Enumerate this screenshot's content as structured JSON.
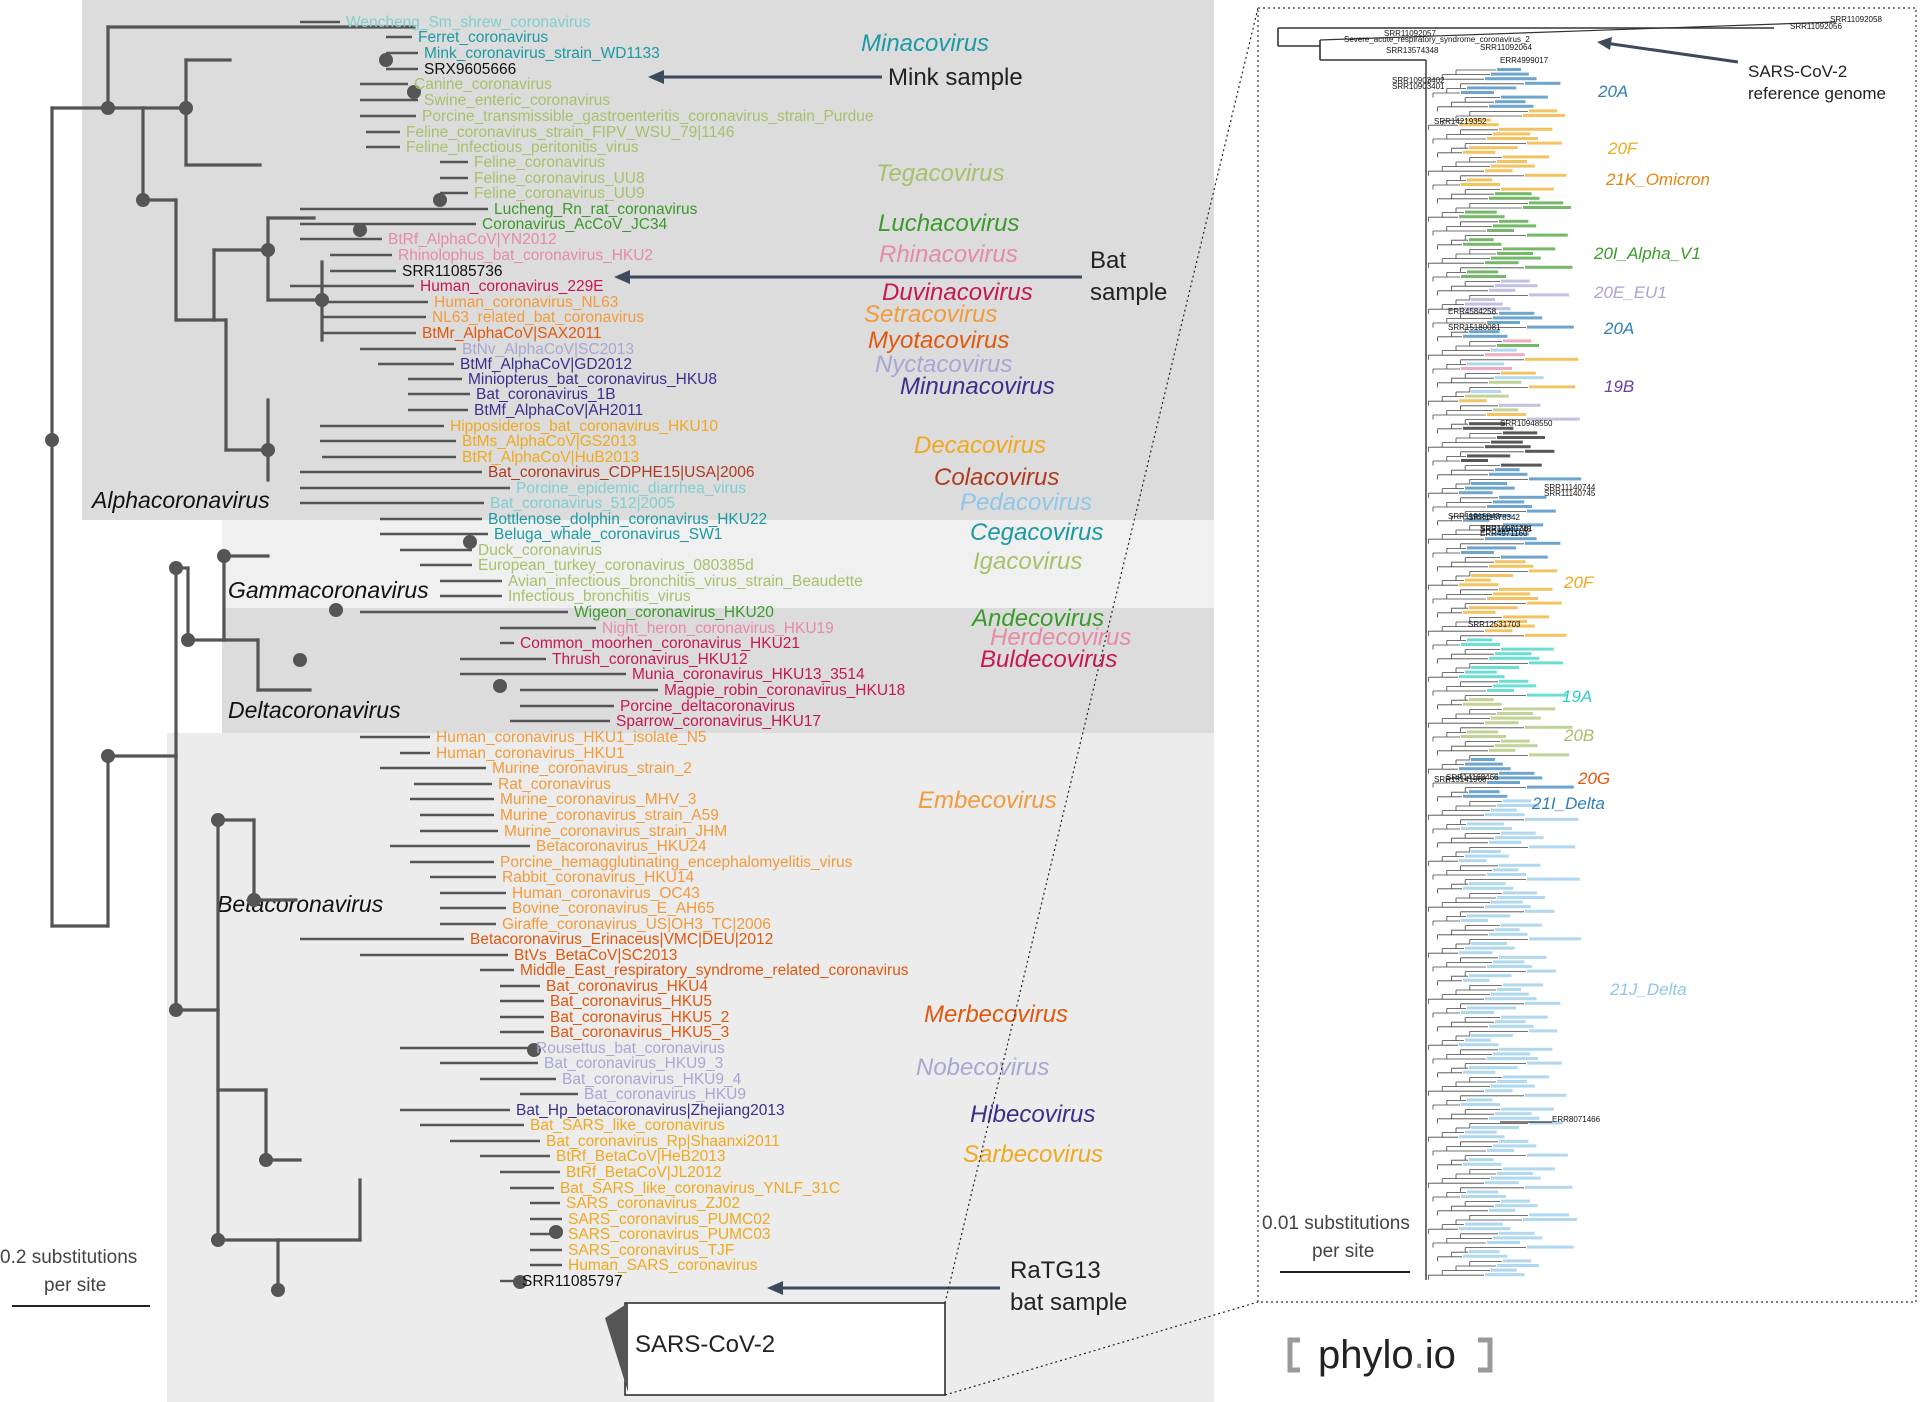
{
  "colors": {
    "cyan": "#7fcfd0",
    "teal": "#1b9aa3",
    "olive": "#a8c06b",
    "green": "#3a9a2a",
    "pink": "#e68aa6",
    "crimson": "#c8174f",
    "orange": "#f39a3b",
    "dkorange": "#e2570e",
    "lavender": "#a8a6d4",
    "indigo": "#3a2f8c",
    "yellow": "#f0a91e",
    "brown": "#b03a20",
    "ltblue": "#8ec7e8",
    "blue": "#2f7fb8",
    "black": "#111111",
    "purple": "#6b3fa0"
  },
  "families": {
    "alpha": "Alphacoronavirus",
    "gamma": "Gammacoronavirus",
    "delta": "Deltacoronavirus",
    "beta": "Betacoronavirus"
  },
  "leaves": [
    {
      "text": "Wencheng_Sm_shrew_coronavirus",
      "color": "#7fcfd0"
    },
    {
      "text": "Ferret_coronavirus",
      "color": "#1b9aa3"
    },
    {
      "text": "Mink_coronavirus_strain_WD1133",
      "color": "#1b9aa3"
    },
    {
      "text": "SRX9605666",
      "color": "#111111"
    },
    {
      "text": "Canine_coronavirus",
      "color": "#a8c06b"
    },
    {
      "text": "Swine_enteric_coronavirus",
      "color": "#a8c06b"
    },
    {
      "text": "Porcine_transmissible_gastroenteritis_coronavirus_strain_Purdue",
      "color": "#a8c06b"
    },
    {
      "text": "Feline_coronavirus_strain_FIPV_WSU_79|1146",
      "color": "#a8c06b"
    },
    {
      "text": "Feline_infectious_peritonitis_virus",
      "color": "#a8c06b"
    },
    {
      "text": "Feline_coronavirus",
      "color": "#a8c06b"
    },
    {
      "text": "Feline_coronavirus_UU8",
      "color": "#a8c06b"
    },
    {
      "text": "Feline_coronavirus_UU9",
      "color": "#a8c06b"
    },
    {
      "text": "Lucheng_Rn_rat_coronavirus",
      "color": "#3a9a2a"
    },
    {
      "text": "Coronavirus_AcCoV_JC34",
      "color": "#3a9a2a"
    },
    {
      "text": "BtRf_AlphaCoV|YN2012",
      "color": "#e68aa6"
    },
    {
      "text": "Rhinolophus_bat_coronavirus_HKU2",
      "color": "#e68aa6"
    },
    {
      "text": "SRR11085736",
      "color": "#111111"
    },
    {
      "text": "Human_coronavirus_229E",
      "color": "#c8174f"
    },
    {
      "text": "Human_coronavirus_NL63",
      "color": "#f39a3b"
    },
    {
      "text": "NL63_related_bat_coronavirus",
      "color": "#f39a3b"
    },
    {
      "text": "BtMr_AlphaCoV|SAX2011",
      "color": "#e2570e"
    },
    {
      "text": "BtNv_AlphaCoV|SC2013",
      "color": "#a8a6d4"
    },
    {
      "text": "BtMf_AlphaCoV|GD2012",
      "color": "#3a2f8c"
    },
    {
      "text": "Miniopterus_bat_coronavirus_HKU8",
      "color": "#3a2f8c"
    },
    {
      "text": "Bat_coronavirus_1B",
      "color": "#3a2f8c"
    },
    {
      "text": "BtMf_AlphaCoV|AH2011",
      "color": "#3a2f8c"
    },
    {
      "text": "Hipposideros_bat_coronavirus_HKU10",
      "color": "#f0a91e"
    },
    {
      "text": "BtMs_AlphaCoV|GS2013",
      "color": "#f0a91e"
    },
    {
      "text": "BtRf_AlphaCoV|HuB2013",
      "color": "#f0a91e"
    },
    {
      "text": "Bat_coronavirus_CDPHE15|USA|2006",
      "color": "#b03a20"
    },
    {
      "text": "Porcine_epidemic_diarrhea_virus",
      "color": "#7fcfd0"
    },
    {
      "text": "Bat_coronavirus_512|2005",
      "color": "#7fcfd0"
    },
    {
      "text": "Bottlenose_dolphin_coronavirus_HKU22",
      "color": "#1b9aa3"
    },
    {
      "text": "Beluga_whale_coronavirus_SW1",
      "color": "#1b9aa3"
    },
    {
      "text": "Duck_coronavirus",
      "color": "#a8c06b"
    },
    {
      "text": "European_turkey_coronavirus_080385d",
      "color": "#a8c06b"
    },
    {
      "text": "Avian_infectious_bronchitis_virus_strain_Beaudette",
      "color": "#a8c06b"
    },
    {
      "text": "Infectious_bronchitis_virus",
      "color": "#a8c06b"
    },
    {
      "text": "Wigeon_coronavirus_HKU20",
      "color": "#3a9a2a"
    },
    {
      "text": "Night_heron_coronavirus_HKU19",
      "color": "#e68aa6"
    },
    {
      "text": "Common_moorhen_coronavirus_HKU21",
      "color": "#c8174f"
    },
    {
      "text": "Thrush_coronavirus_HKU12",
      "color": "#c8174f"
    },
    {
      "text": "Munia_coronavirus_HKU13_3514",
      "color": "#c8174f"
    },
    {
      "text": "Magpie_robin_coronavirus_HKU18",
      "color": "#c8174f"
    },
    {
      "text": "Porcine_deltacoronavirus",
      "color": "#c8174f"
    },
    {
      "text": "Sparrow_coronavirus_HKU17",
      "color": "#c8174f"
    },
    {
      "text": "Human_coronavirus_HKU1_isolate_N5",
      "color": "#f39a3b"
    },
    {
      "text": "Human_coronavirus_HKU1",
      "color": "#f39a3b"
    },
    {
      "text": "Murine_coronavirus_strain_2",
      "color": "#f39a3b"
    },
    {
      "text": "Rat_coronavirus",
      "color": "#f39a3b"
    },
    {
      "text": "Murine_coronavirus_MHV_3",
      "color": "#f39a3b"
    },
    {
      "text": "Murine_coronavirus_strain_A59",
      "color": "#f39a3b"
    },
    {
      "text": "Murine_coronavirus_strain_JHM",
      "color": "#f39a3b"
    },
    {
      "text": "Betacoronavirus_HKU24",
      "color": "#f39a3b"
    },
    {
      "text": "Porcine_hemagglutinating_encephalomyelitis_virus",
      "color": "#f39a3b"
    },
    {
      "text": "Rabbit_coronavirus_HKU14",
      "color": "#f39a3b"
    },
    {
      "text": "Human_coronavirus_OC43",
      "color": "#f39a3b"
    },
    {
      "text": "Bovine_coronavirus_E_AH65",
      "color": "#f39a3b"
    },
    {
      "text": "Giraffe_coronavirus_US|OH3_TC|2006",
      "color": "#f39a3b"
    },
    {
      "text": "Betacoronavirus_Erinaceus|VMC|DEU|2012",
      "color": "#e2570e"
    },
    {
      "text": "BtVs_BetaCoV|SC2013",
      "color": "#e2570e"
    },
    {
      "text": "Middle_East_respiratory_syndrome_related_coronavirus",
      "color": "#e2570e"
    },
    {
      "text": "Bat_coronavirus_HKU4",
      "color": "#e2570e"
    },
    {
      "text": "Bat_coronavirus_HKU5",
      "color": "#e2570e"
    },
    {
      "text": "Bat_coronavirus_HKU5_2",
      "color": "#e2570e"
    },
    {
      "text": "Bat_coronavirus_HKU5_3",
      "color": "#e2570e"
    },
    {
      "text": "Rousettus_bat_coronavirus",
      "color": "#a8a6d4"
    },
    {
      "text": "Bat_coronavirus_HKU9_3",
      "color": "#a8a6d4"
    },
    {
      "text": "Bat_coronavirus_HKU9_4",
      "color": "#a8a6d4"
    },
    {
      "text": "Bat_coronavirus_HKU9",
      "color": "#a8a6d4"
    },
    {
      "text": "Bat_Hp_betacoronavirus|Zhejiang2013",
      "color": "#3a2f8c"
    },
    {
      "text": "Bat_SARS_like_coronavirus",
      "color": "#f0a91e"
    },
    {
      "text": "Bat_coronavirus_Rp|Shaanxi2011",
      "color": "#f0a91e"
    },
    {
      "text": "BtRf_BetaCoV|HeB2013",
      "color": "#f0a91e"
    },
    {
      "text": "BtRf_BetaCoV|JL2012",
      "color": "#f0a91e"
    },
    {
      "text": "Bat_SARS_like_coronavirus_YNLF_31C",
      "color": "#f0a91e"
    },
    {
      "text": "SARS_coronavirus_ZJ02",
      "color": "#f0a91e"
    },
    {
      "text": "SARS_coronavirus_PUMC02",
      "color": "#f0a91e"
    },
    {
      "text": "SARS_coronavirus_PUMC03",
      "color": "#f0a91e"
    },
    {
      "text": "SARS_coronavirus_TJF",
      "color": "#f0a91e"
    },
    {
      "text": "Human_SARS_coronavirus",
      "color": "#f0a91e"
    },
    {
      "text": "SRR11085797",
      "color": "#111111"
    }
  ],
  "genera": [
    {
      "text": "Minacovirus",
      "color": "#1b9aa3"
    },
    {
      "text": "Tegacovirus",
      "color": "#a8c06b"
    },
    {
      "text": "Luchacovirus",
      "color": "#3a9a2a"
    },
    {
      "text": "Rhinacovirus",
      "color": "#e68aa6"
    },
    {
      "text": "Duvinacovirus",
      "color": "#c8174f"
    },
    {
      "text": "Setracovirus",
      "color": "#f39a3b"
    },
    {
      "text": "Myotacovirus",
      "color": "#e2570e"
    },
    {
      "text": "Nyctacovirus",
      "color": "#a8a6d4"
    },
    {
      "text": "Minunacovirus",
      "color": "#3a2f8c"
    },
    {
      "text": "Decacovirus",
      "color": "#f0a91e"
    },
    {
      "text": "Colacovirus",
      "color": "#b03a20"
    },
    {
      "text": "Pedacovirus",
      "color": "#8ec7e8"
    },
    {
      "text": "Cegacovirus",
      "color": "#1b9aa3"
    },
    {
      "text": "Igacovirus",
      "color": "#a8c06b"
    },
    {
      "text": "Andecovirus",
      "color": "#3a9a2a"
    },
    {
      "text": "Herdecovirus",
      "color": "#e68aa6"
    },
    {
      "text": "Buldecovirus",
      "color": "#c8174f"
    },
    {
      "text": "Embecovirus",
      "color": "#f39a3b"
    },
    {
      "text": "Merbecovirus",
      "color": "#e2570e"
    },
    {
      "text": "Nobecovirus",
      "color": "#a8a6d4"
    },
    {
      "text": "Hibecovirus",
      "color": "#3a2f8c"
    },
    {
      "text": "Sarbecovirus",
      "color": "#f0a91e"
    }
  ],
  "annotations": {
    "mink": "Mink sample",
    "bat_1": "Bat",
    "bat_2": "sample",
    "ratg13_1": "RaTG13",
    "ratg13_2": "bat sample",
    "sarscov2_box": "SARS-CoV-2",
    "ref_1": "SARS-CoV-2",
    "ref_2": "reference genome"
  },
  "clades": [
    {
      "text": "20A",
      "color": "#2f7fb8"
    },
    {
      "text": "20F",
      "color": "#f0a91e"
    },
    {
      "text": "21K_Omicron",
      "color": "#e2870e"
    },
    {
      "text": "20I_Alpha_V1",
      "color": "#3a9a2a"
    },
    {
      "text": "20E_EU1",
      "color": "#a8a6d4"
    },
    {
      "text": "20A",
      "color": "#2f7fb8"
    },
    {
      "text": "19B",
      "color": "#6b3fa0"
    },
    {
      "text": "20F",
      "color": "#f0a91e"
    },
    {
      "text": "19A",
      "color": "#2fd0c0"
    },
    {
      "text": "20B",
      "color": "#a8c06b"
    },
    {
      "text": "20G",
      "color": "#e2570e"
    },
    {
      "text": "21I_Delta",
      "color": "#2f7fb8"
    },
    {
      "text": "21J_Delta",
      "color": "#8ec7e8"
    }
  ],
  "subtree_labels": [
    {
      "text": "SRR11092057",
      "color": "#111111"
    },
    {
      "text": "SRR11092058",
      "color": "#111111"
    },
    {
      "text": "SRR11092056",
      "color": "#111111"
    },
    {
      "text": "Severe_acute_respiratory_syndrome_coronavirus_2",
      "color": "#111111"
    },
    {
      "text": "SRR11092064",
      "color": "#111111"
    },
    {
      "text": "SRR13574348",
      "color": "#2f7fb8"
    },
    {
      "text": "ERR4999017",
      "color": "#a8c06b"
    },
    {
      "text": "SRR10903402",
      "color": "#111111"
    },
    {
      "text": "SRR10903401",
      "color": "#111111"
    },
    {
      "text": "SRR14219352",
      "color": "#c8174f"
    },
    {
      "text": "SRR10948550",
      "color": "#111111"
    },
    {
      "text": "SRR11140744",
      "color": "#111111"
    },
    {
      "text": "SRR11140745",
      "color": "#111111"
    },
    {
      "text": "ERR4584258",
      "color": "#2f7fb8"
    },
    {
      "text": "SRR15180081",
      "color": "#2f7fb8"
    },
    {
      "text": "SRR11915843",
      "color": "#2f7fb8"
    },
    {
      "text": "SRR11578342",
      "color": "#2f7fb8"
    },
    {
      "text": "SRR12531703",
      "color": "#2f7fb8"
    },
    {
      "text": "SRR10971381",
      "color": "#111111"
    },
    {
      "text": "SRR11140748",
      "color": "#111111"
    },
    {
      "text": "ERR4971160",
      "color": "#2f7fb8"
    },
    {
      "text": "SRR14168466",
      "color": "#2f7fb8"
    },
    {
      "text": "SRR15141968",
      "color": "#3a9a2a"
    },
    {
      "text": "ERR8071466",
      "color": "#e2870e"
    }
  ],
  "scales": {
    "main_1": "0.2 substitutions",
    "main_2": "per site",
    "sub_1": "0.01 substitutions",
    "sub_2": "per site"
  },
  "logo": {
    "main": "phylo",
    "dot": ".",
    "suffix": "io"
  }
}
